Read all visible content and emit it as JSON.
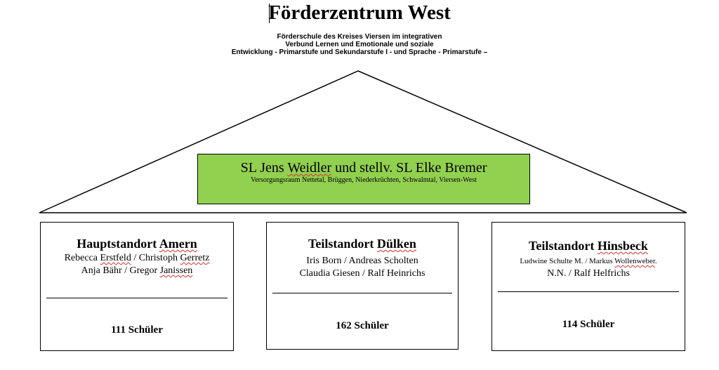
{
  "title": "Förderzentrum West",
  "subtitle_lines": [
    "Förderschule des Kreises Viersen im integrativen",
    "Verbund Lernen und Emotionale und soziale",
    "Entwicklung - Primarstufe und Sekundarstufe I - und Sprache - Primarstufe –"
  ],
  "leadership": {
    "pre": "SL Jens ",
    "name_squig": "Weidler",
    "post": " und stellv. SL Elke Bremer",
    "region": "Versorgungsraum Nettetal, Brüggen, Niederkrüchten, Schwalmtal, Viersen-West"
  },
  "sites": [
    {
      "pre": "Hauptstandort ",
      "place": "Amern",
      "staff": [
        [
          "Rebecca ",
          "Erstfeld",
          " / Christoph ",
          "Gerretz"
        ],
        [
          "Anja Bähr / Gregor ",
          "Janissen",
          "",
          ""
        ]
      ],
      "count": "111 Schüler"
    },
    {
      "pre": "Teilstandort ",
      "place": "Dülken",
      "staff": [
        [
          "Iris Born / Andreas Scholten",
          "",
          "",
          ""
        ],
        [
          "Claudia Giesen / Ralf Heinrichs",
          "",
          "",
          ""
        ]
      ],
      "count": "162 Schüler"
    },
    {
      "pre": "Teilstandort ",
      "place": "Hinsbeck",
      "staff": [
        [
          "Ludwine Schulte M. / Markus ",
          "Wollenweber",
          ".",
          ""
        ],
        [
          "N.N. / Ralf Helfrichs",
          "",
          "",
          ""
        ]
      ],
      "count": "114 Schüler"
    }
  ]
}
